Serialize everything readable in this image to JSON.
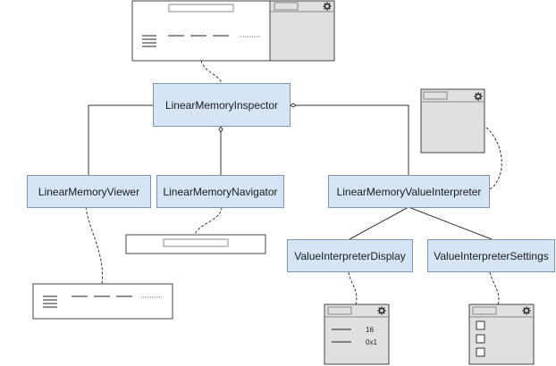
{
  "components": {
    "inspector": "LinearMemoryInspector",
    "viewer": "LinearMemoryViewer",
    "navigator": "LinearMemoryNavigator",
    "value_interpreter": "LinearMemoryValueInterpreter",
    "display": "ValueInterpreterDisplay",
    "settings": "ValueInterpreterSettings"
  },
  "display_mock": {
    "value_1": "16",
    "value_2": "0x1"
  },
  "icons": {
    "settings": "gear-icon",
    "list": "list-icon",
    "checkbox": "checkbox-icon"
  },
  "colors": {
    "box_fill": "#d6e5f6",
    "box_border": "#7e95ad",
    "panel_fill": "#e0e0e0",
    "mock_border": "#444444"
  }
}
